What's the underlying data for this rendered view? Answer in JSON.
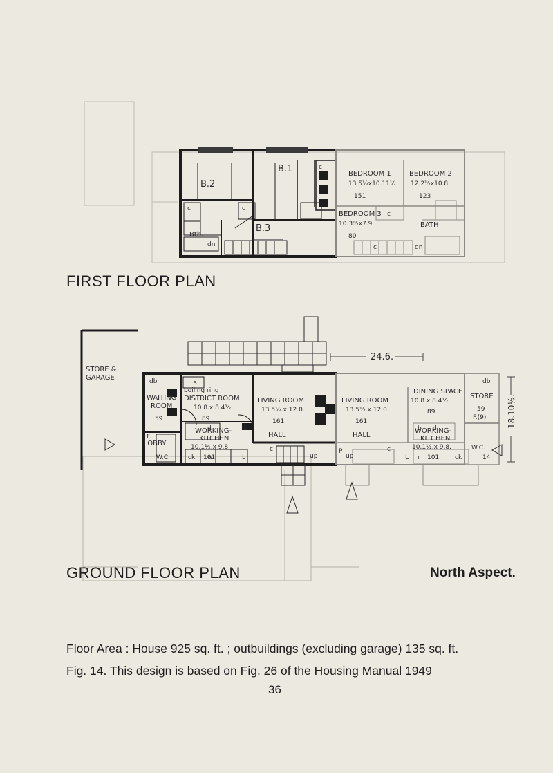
{
  "first_floor": {
    "title": "FIRST FLOOR PLAN",
    "rooms": {
      "b1": "B.1",
      "b2": "B.2",
      "b3": "B.3",
      "bth": "Bth.",
      "bedroom1_name": "BEDROOM 1",
      "bedroom1_size": "13.5½x10.11½.",
      "bedroom1_area": "151",
      "bedroom2_name": "BEDROOM 2",
      "bedroom2_size": "12.2½x10.8.",
      "bedroom2_area": "123",
      "bedroom3_name": "BEDROOM 3",
      "bedroom3_size": "10.3½x7.9.",
      "bedroom3_area": "80",
      "bath": "BATH"
    },
    "marks": {
      "cupboard": "c",
      "down": "dn"
    }
  },
  "ground_floor": {
    "title": "GROUND FLOOR PLAN",
    "width_dimension": "24.6.",
    "depth_dimension": "18.10½.",
    "rooms": {
      "store_garage": [
        "STORE &",
        "GARAGE"
      ],
      "db": "db",
      "waiting_room": [
        "WAITING",
        "ROOM"
      ],
      "waiting_area": "59",
      "lobby": "LOBBY",
      "f": "F.",
      "wc": "W.C.",
      "boiling_ring": "boiling ring",
      "district_room": "DISTRICT ROOM",
      "district_size": "10.8.x 8.4½.",
      "district_area": "89",
      "living_left_name": "LIVING ROOM",
      "living_left_size": "13.5½.x 12.0.",
      "living_left_area": "161",
      "working_kitchen_left": [
        "WORKING-",
        "KITCHEN"
      ],
      "kitchen_left_size": "10.1½.x 9.8.",
      "kitchen_left_area": "101",
      "hall": "HALL",
      "living_right_name": "LIVING ROOM",
      "living_right_size": "13.5½.x 12.0.",
      "living_right_area": "161",
      "dining_space": "DINING SPACE",
      "dining_size": "10.8.x 8.4½.",
      "dining_area": "89",
      "store": "STORE",
      "store_area": "59",
      "working_kitchen_right": [
        "WORKING-",
        "KITCHEN"
      ],
      "kitchen_right_size": "10.1½.x 9.8.",
      "kitchen_right_area": "101",
      "f9": "F.(9)",
      "wc_right": "W.C.",
      "wc_right_area": "14"
    },
    "marks": {
      "up": "up",
      "sink": "s",
      "r": "r",
      "d": "d",
      "b": "b",
      "ck": "ck",
      "l": "L",
      "p": "P",
      "w": "w",
      "c": "c"
    }
  },
  "aspect": "North Aspect.",
  "floor_area": "Floor Area : House 925 sq. ft. ; outbuildings (excluding garage) 135 sq. ft.",
  "figure_caption": "Fig. 14. This design is based on Fig. 26 of the Housing Manual 1949",
  "page_number": "36"
}
